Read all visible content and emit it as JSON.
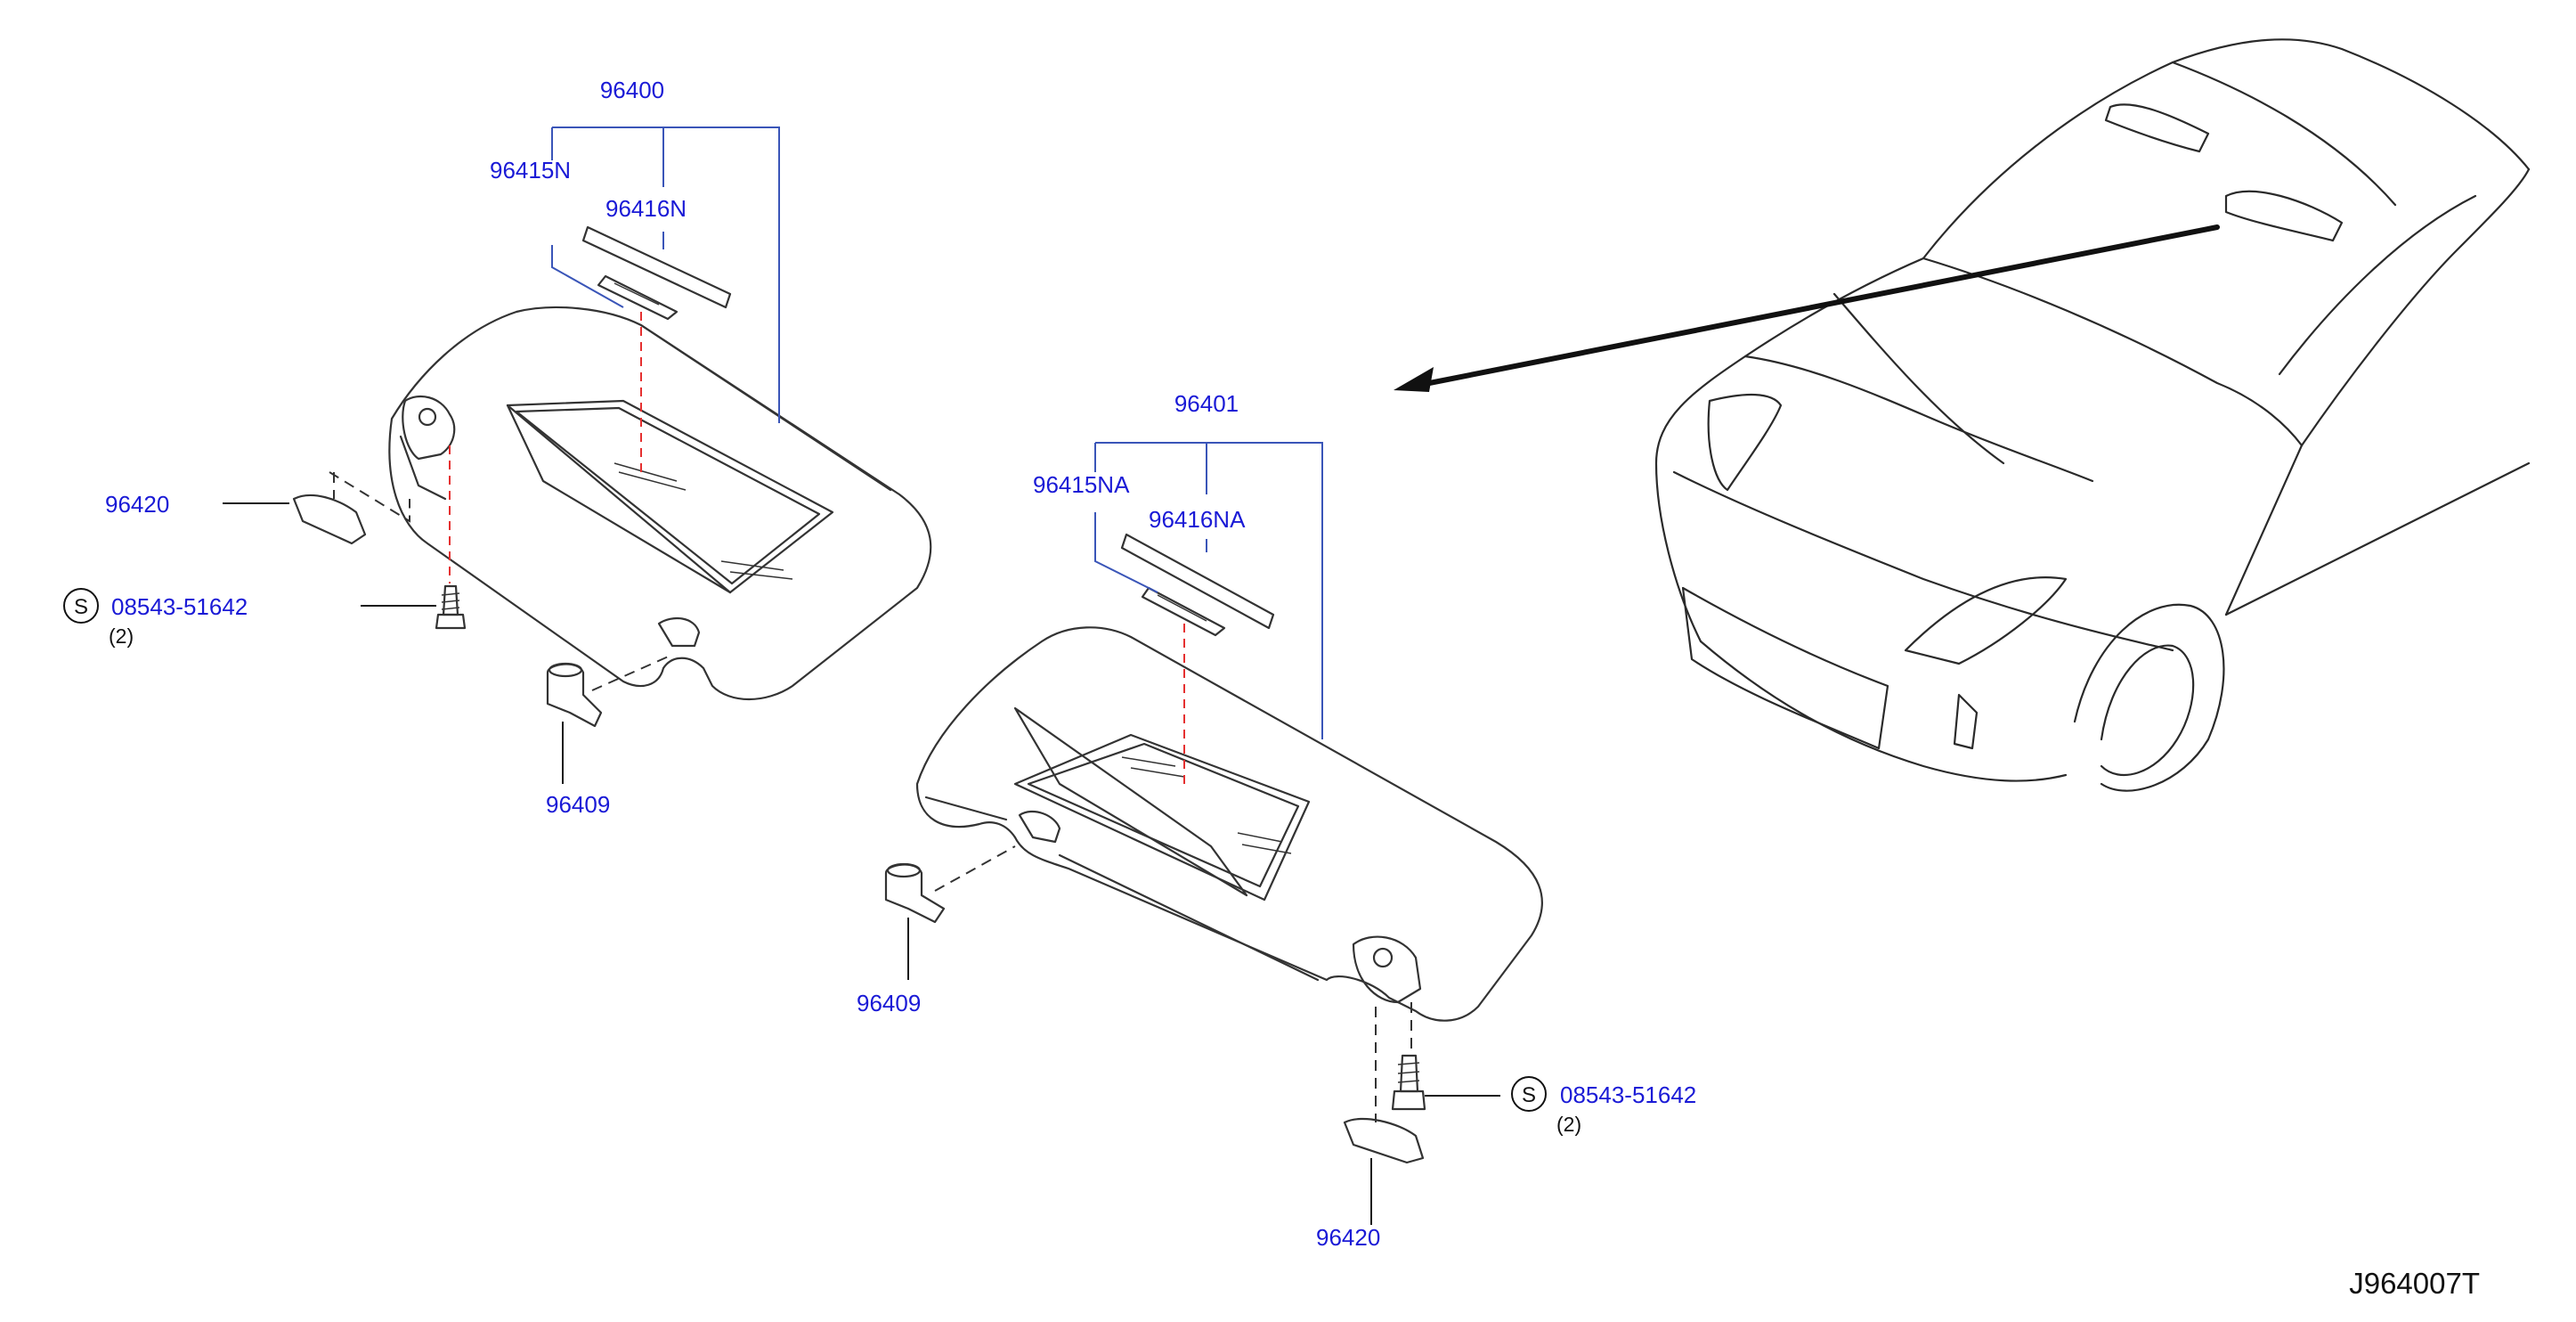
{
  "diagram_code": "J964007T",
  "callouts": {
    "left_visor_assembly": "96400",
    "left_holder": "96415N",
    "left_cover": "96416N",
    "left_bracket": "96420",
    "left_screw_code": "08543-51642",
    "left_screw_qty": "(2)",
    "left_clip": "96409",
    "right_visor_assembly": "96401",
    "right_holder": "96415NA",
    "right_cover": "96416NA",
    "right_clip": "96409",
    "right_screw_code": "08543-51642",
    "right_screw_qty": "(2)",
    "right_bracket": "96420"
  },
  "symbols": {
    "screw_marker": "S"
  },
  "colors": {
    "label_blue": "#1a1ad6",
    "bracket_blue": "#3a55b8",
    "dashed_red": "#e53030",
    "linework": "#333333"
  }
}
